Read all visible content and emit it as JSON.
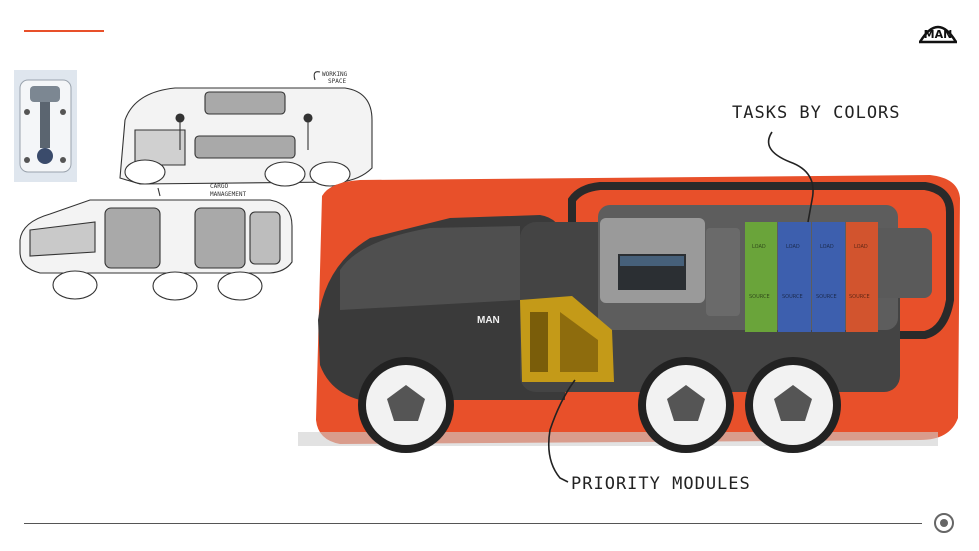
{
  "brand": {
    "logo_text": "MAN"
  },
  "callouts": {
    "tasks": "TASKS BY COLORS",
    "priority": "PRIORITY MODULES"
  },
  "sketch_labels": {
    "working_space_1": "WORKING",
    "working_space_2": "SPACE",
    "cargo_1": "CARGO",
    "cargo_2": "MANAGEMENT"
  },
  "truck": {
    "brand_mark": "MAN"
  },
  "modules": [
    {
      "top": "LOAD",
      "bottom": "SOURCE",
      "color": "#6aa43a"
    },
    {
      "top": "LOAD",
      "bottom": "SOURCE",
      "color": "#3d5fae"
    },
    {
      "top": "LOAD",
      "bottom": "SOURCE",
      "color": "#3d5fae"
    },
    {
      "top": "LOAD",
      "bottom": "SOURCE",
      "color": "#d2542e"
    }
  ],
  "colors": {
    "accent": "#e8502a",
    "priority_module": "#c49a18"
  }
}
